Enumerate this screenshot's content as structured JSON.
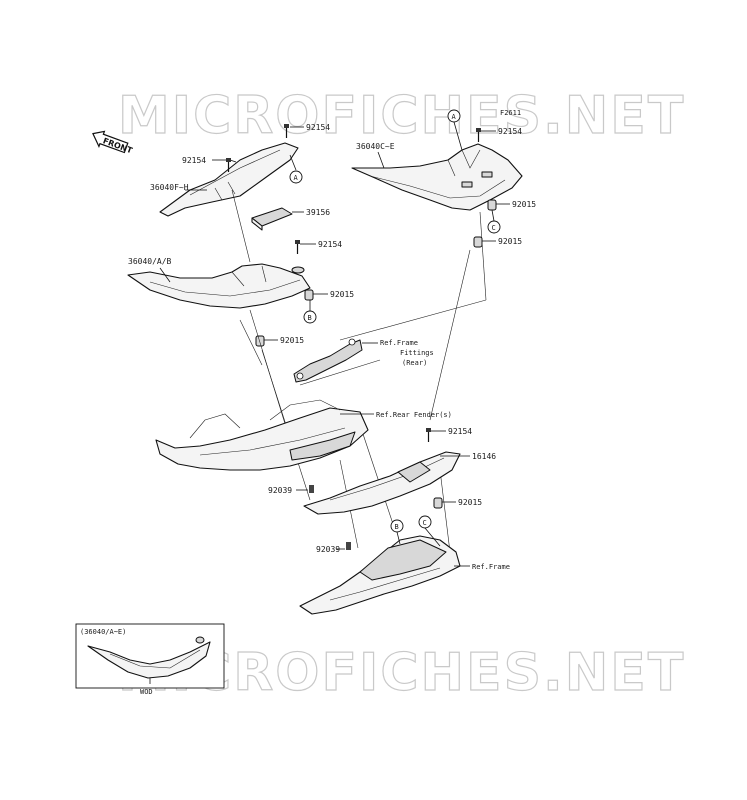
{
  "watermark": "MICROFICHES.NET",
  "front_label": "FRONT",
  "model_code": "F2611",
  "parts": {
    "p92154": "92154",
    "p92015": "92015",
    "p36040f_h": "36040F~H",
    "p39156": "39156",
    "p36040_ab": "36040/A/B",
    "p36040c_e": "36040C~E",
    "p16146": "16146",
    "p92039": "92039"
  },
  "callouts": {
    "a": "A",
    "b": "B",
    "c": "C"
  },
  "refs": {
    "frame_fittings_l1": "Ref.Frame",
    "frame_fittings_l2": "Fittings",
    "frame_fittings_l3": "(Rear)",
    "rear_fender": "Ref.Rear Fender(s)",
    "frame": "Ref.Frame"
  },
  "inset": {
    "title": "(36040/A~E)",
    "code": "WOD"
  }
}
